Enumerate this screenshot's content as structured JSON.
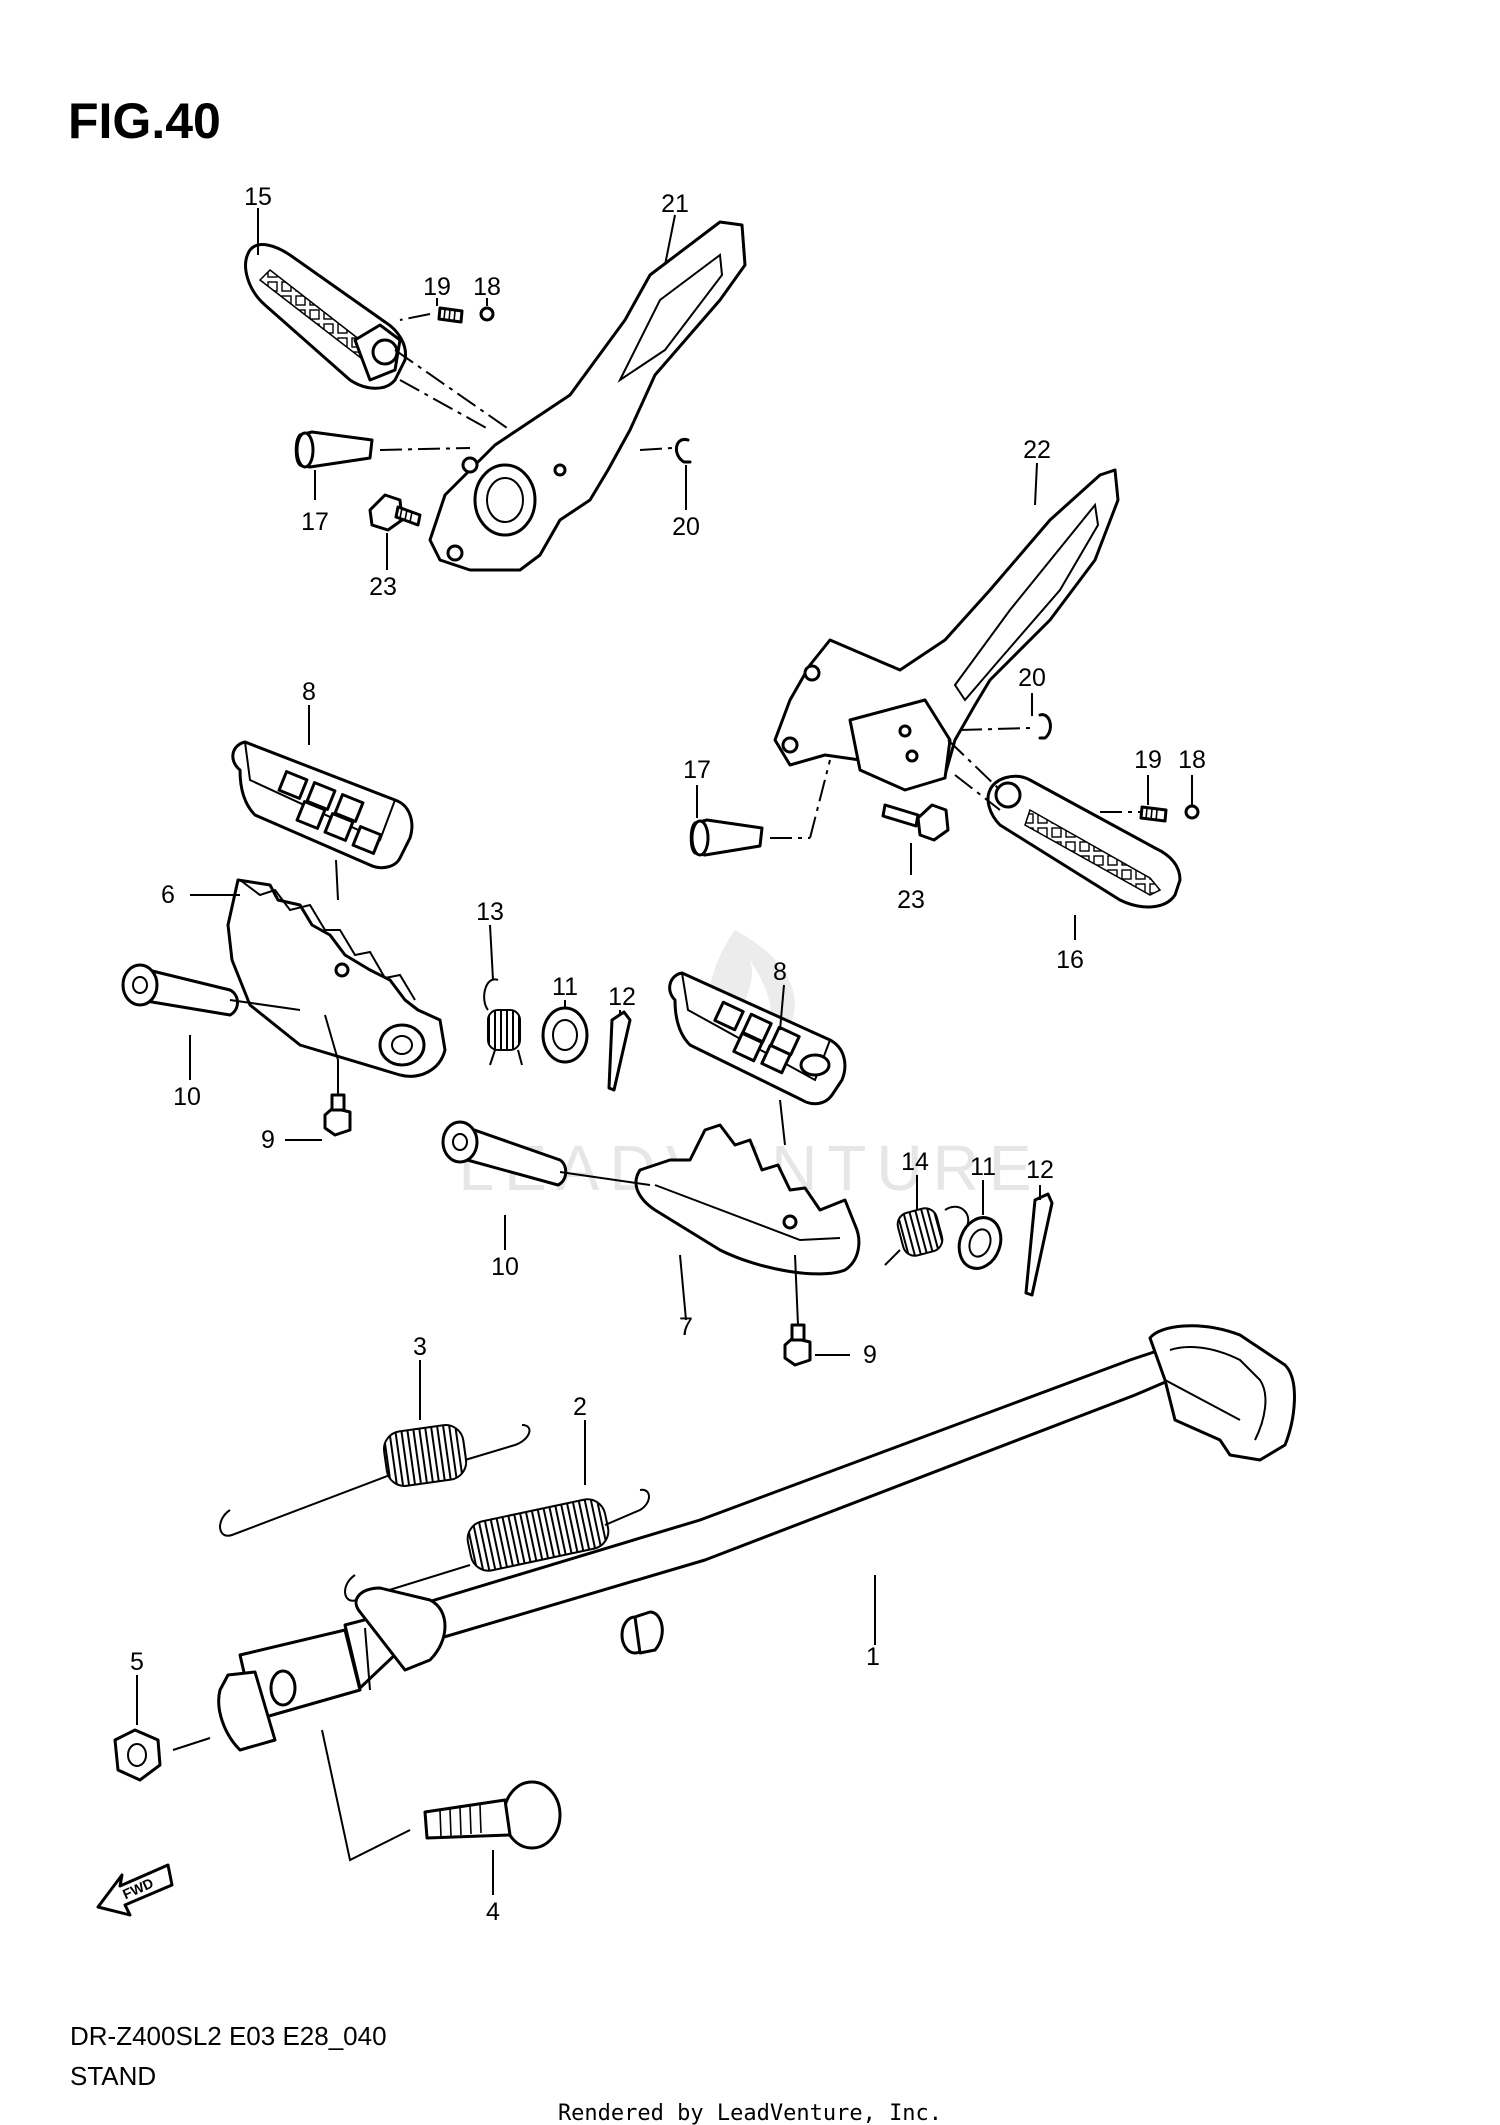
{
  "figure": {
    "title": "FIG.40"
  },
  "watermark": {
    "text": "LEADVENTURE"
  },
  "fwd_arrow": {
    "label": "FWD",
    "icon": "forward-arrow-icon"
  },
  "model_code": "DR-Z400SL2 E03 E28_040",
  "section_name": "STAND",
  "footer": "Rendered by LeadVenture, Inc.",
  "callouts": [
    {
      "id": "c15",
      "label": "15"
    },
    {
      "id": "c21",
      "label": "21"
    },
    {
      "id": "c19a",
      "label": "19"
    },
    {
      "id": "c18a",
      "label": "18"
    },
    {
      "id": "c17a",
      "label": "17"
    },
    {
      "id": "c20a",
      "label": "20"
    },
    {
      "id": "c23a",
      "label": "23"
    },
    {
      "id": "c22",
      "label": "22"
    },
    {
      "id": "c20b",
      "label": "20"
    },
    {
      "id": "c19b",
      "label": "19"
    },
    {
      "id": "c18b",
      "label": "18"
    },
    {
      "id": "c17b",
      "label": "17"
    },
    {
      "id": "c23b",
      "label": "23"
    },
    {
      "id": "c16",
      "label": "16"
    },
    {
      "id": "c8a",
      "label": "8"
    },
    {
      "id": "c6",
      "label": "6"
    },
    {
      "id": "c13",
      "label": "13"
    },
    {
      "id": "c11a",
      "label": "11"
    },
    {
      "id": "c12a",
      "label": "12"
    },
    {
      "id": "c8b",
      "label": "8"
    },
    {
      "id": "c10a",
      "label": "10"
    },
    {
      "id": "c9a",
      "label": "9"
    },
    {
      "id": "c10b",
      "label": "10"
    },
    {
      "id": "c14",
      "label": "14"
    },
    {
      "id": "c11b",
      "label": "11"
    },
    {
      "id": "c12b",
      "label": "12"
    },
    {
      "id": "c7",
      "label": "7"
    },
    {
      "id": "c9b",
      "label": "9"
    },
    {
      "id": "c3",
      "label": "3"
    },
    {
      "id": "c2",
      "label": "2"
    },
    {
      "id": "c1",
      "label": "1"
    },
    {
      "id": "c5",
      "label": "5"
    },
    {
      "id": "c4",
      "label": "4"
    }
  ]
}
